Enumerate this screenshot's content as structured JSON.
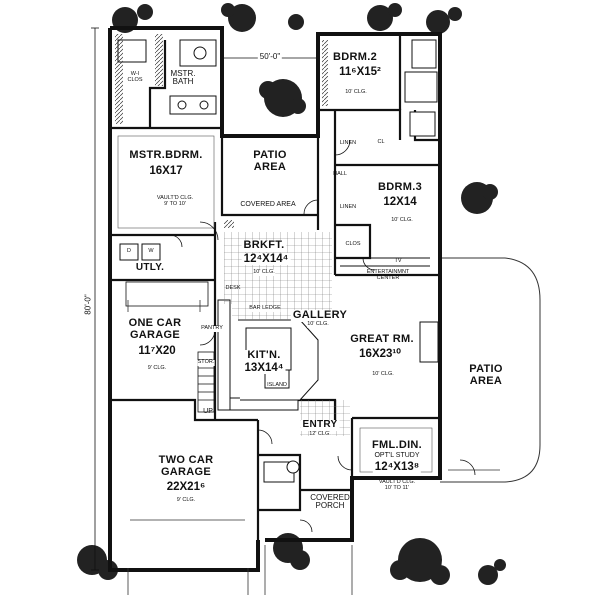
{
  "overall": {
    "width": "50'-0\"",
    "depth": "80'-0\""
  },
  "rooms": {
    "master_bath": {
      "name": "MSTR.\nBATH"
    },
    "wic": {
      "name": "W-I\nCLOS"
    },
    "master_bedroom": {
      "name": "MSTR.BDRM.",
      "size": "16X17",
      "ceiling": "VAULT'D CLG.\n9' TO 10'"
    },
    "patio_top": {
      "name": "PATIO\nAREA"
    },
    "covered_area": {
      "name": "COVERED AREA"
    },
    "bedroom2": {
      "name": "BDRM.2",
      "size": "11⁶X15²",
      "ceiling": "10' CLG."
    },
    "bedroom3": {
      "name": "BDRM.3",
      "size": "12X14",
      "ceiling": "10' CLG."
    },
    "linen1": {
      "name": "LINEN"
    },
    "linen2": {
      "name": "LINEN"
    },
    "closet": {
      "name": "CL"
    },
    "hall": {
      "name": "HALL"
    },
    "clos": {
      "name": "CLOS"
    },
    "breakfast": {
      "name": "BRKFT.",
      "size": "12⁴X14⁴",
      "ceiling": "10' CLG."
    },
    "utility": {
      "name": "UTLY.",
      "d": "D",
      "w": "W"
    },
    "desk": {
      "name": "DESK"
    },
    "bar_ledge": {
      "name": "BAR LEDGE"
    },
    "gallery": {
      "name": "GALLERY",
      "ceiling": "10' CLG."
    },
    "entertainment": {
      "name": "ENTERTAINMNT\nCENTER",
      "tv": "TV"
    },
    "great_room": {
      "name": "GREAT RM.",
      "size": "16X23¹⁰",
      "ceiling": "10' CLG."
    },
    "patio_right": {
      "name": "PATIO\nAREA"
    },
    "one_car_garage": {
      "name": "ONE CAR\nGARAGE",
      "size": "11⁷X20",
      "ceiling": "9' CLG."
    },
    "pantry": {
      "name": "PANTRY"
    },
    "storage": {
      "name": "STOR."
    },
    "kitchen": {
      "name": "KIT'N.",
      "size": "13X14⁴",
      "island": "ISLAND"
    },
    "up": {
      "name": "UP"
    },
    "entry": {
      "name": "ENTRY",
      "ceiling": "12' CLG."
    },
    "formal_dining": {
      "name": "FML.DIN.",
      "alt": "OPT'L STUDY",
      "size": "12⁴X13⁸",
      "ceiling": "VAULT'D CLG.\n10' TO 11'"
    },
    "two_car_garage": {
      "name": "TWO CAR\nGARAGE",
      "size": "22X21⁶",
      "ceiling": "9' CLG."
    },
    "covered_porch": {
      "name": "COVERED\nPORCH"
    }
  }
}
